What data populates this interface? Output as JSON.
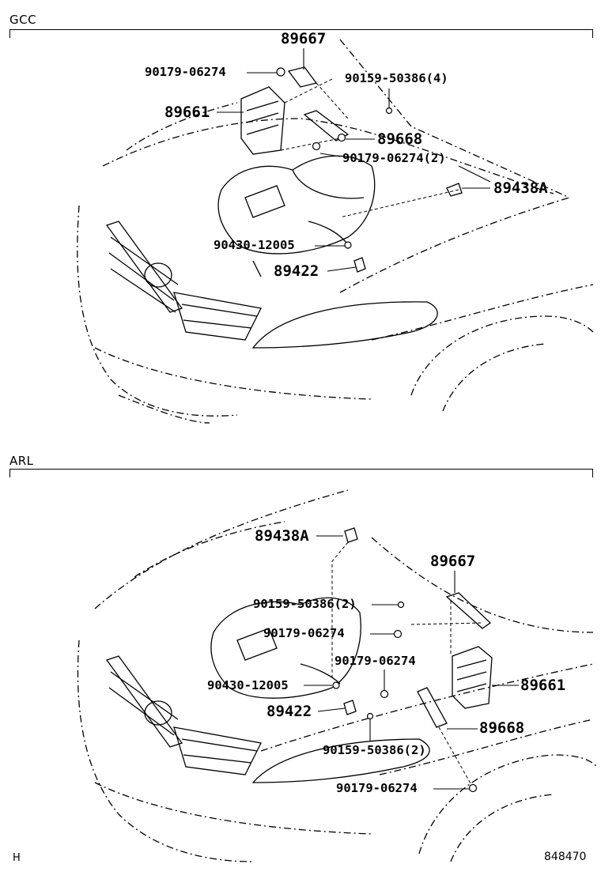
{
  "sections": [
    {
      "id": "gcc",
      "label": "GCC",
      "parts": [
        {
          "key": "p1",
          "text": "89667"
        },
        {
          "key": "p2",
          "text": "90179-06274"
        },
        {
          "key": "p3",
          "text": "90159-50386(4)"
        },
        {
          "key": "p4",
          "text": "89661"
        },
        {
          "key": "p5",
          "text": "89668"
        },
        {
          "key": "p6",
          "text": "90179-06274(2)"
        },
        {
          "key": "p7",
          "text": "89438A"
        },
        {
          "key": "p8",
          "text": "90430-12005"
        },
        {
          "key": "p9",
          "text": "89422"
        }
      ]
    },
    {
      "id": "arl",
      "label": "ARL",
      "parts": [
        {
          "key": "q1",
          "text": "89438A"
        },
        {
          "key": "q2",
          "text": "89667"
        },
        {
          "key": "q3",
          "text": "90159-50386(2)"
        },
        {
          "key": "q4",
          "text": "90179-06274"
        },
        {
          "key": "q5",
          "text": "90179-06274"
        },
        {
          "key": "q6",
          "text": "90430-12005"
        },
        {
          "key": "q7",
          "text": "89661"
        },
        {
          "key": "q8",
          "text": "89422"
        },
        {
          "key": "q9",
          "text": "89668"
        },
        {
          "key": "q10",
          "text": "90159-50386(2)"
        },
        {
          "key": "q11",
          "text": "90179-06274"
        }
      ]
    }
  ],
  "footer": {
    "left": "H",
    "right": "848470"
  }
}
